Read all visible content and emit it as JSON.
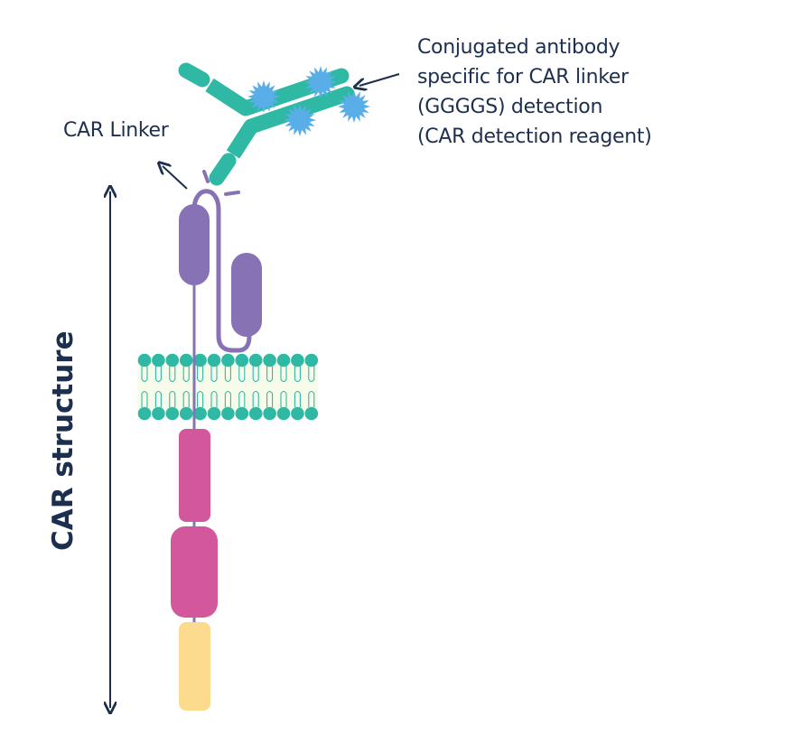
{
  "figure": {
    "title": "CAR structure with CAR linker detection reagent",
    "labels": {
      "antibody": [
        "Conjugated antibody",
        "specific for CAR linker",
        "(GGGGS) detection",
        "(CAR detection reagent)"
      ],
      "linker": "CAR Linker",
      "structure": "CAR structure"
    },
    "components": [
      {
        "name": "conjugated-antibody",
        "color": "#2fb9a5"
      },
      {
        "name": "fluorophore",
        "color": "#5aaee8"
      },
      {
        "name": "scFv-domain",
        "color": "#8672b4"
      },
      {
        "name": "cell-membrane-lipid-head",
        "color": "#2fb9a5"
      },
      {
        "name": "cell-membrane-interior",
        "color": "#f7fbe9"
      },
      {
        "name": "costimulatory-domain",
        "color": "#d2589b"
      },
      {
        "name": "signaling-domain",
        "color": "#fddb8e"
      }
    ],
    "colors": {
      "text": "#1d2f4f",
      "antibody": "#2fb9a5",
      "fluorophore": "#5aaee8",
      "scfv": "#8672b4",
      "membrane_head": "#2fb9a5",
      "membrane_fill": "#f7fbe9",
      "costim": "#d2589b",
      "signaling": "#fddb8e",
      "arrow": "#1d2f4f"
    }
  }
}
